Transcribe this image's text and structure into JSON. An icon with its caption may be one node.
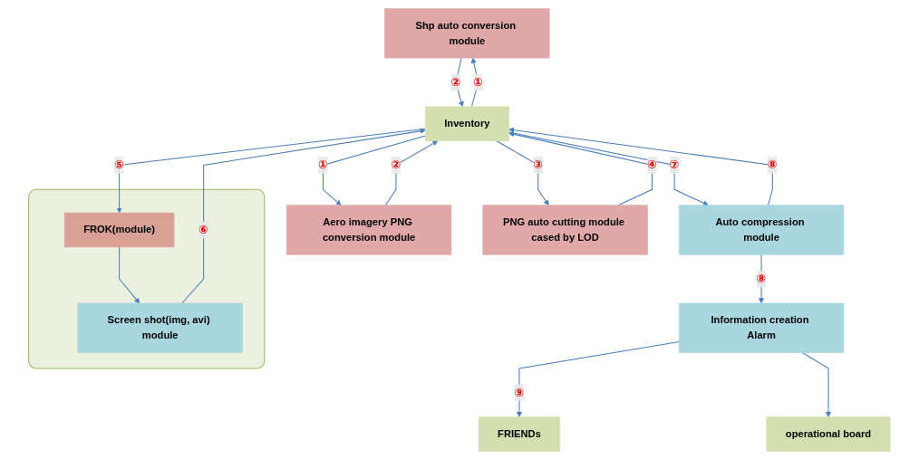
{
  "diagram": {
    "nodes": [
      {
        "text": [
          "Shp auto conversion module"
        ]
      },
      {
        "text": [
          "Aero imagery PNG conversion module"
        ]
      },
      {
        "text": [
          "PNG auto cutting module cased by LOD"
        ]
      },
      {
        "text": [
          "Inventory"
        ]
      },
      {
        "text": [],
        "shape": "box"
      },
      {
        "text": [
          "FROK(module)"
        ],
        "in": 4
      },
      {
        "text": [
          "Screen shot(img, avi) module"
        ],
        "in": 4
      },
      {
        "text": [
          "Auto compression module"
        ]
      },
      {
        "text": [
          "Information creation Alarm"
        ]
      },
      {
        "text": [
          "FRIENDs"
        ]
      },
      {
        "text": [
          "operational board"
        ]
      }
    ],
    "edges": [
      {
        "from": 3,
        "to": 0,
        "arrow": "to",
        "label": "①"
      },
      {
        "from": 3,
        "to": 1,
        "arrow": "to",
        "label": "①"
      },
      {
        "from": 3,
        "to": 2,
        "arrow": "to",
        "label": "③"
      },
      {
        "from": 0,
        "to": 3,
        "arrow": "to",
        "label": "②"
      },
      {
        "from": 1,
        "to": 3,
        "arrow": "to",
        "label": "②"
      },
      {
        "from": 2,
        "to": 3,
        "arrow": "to",
        "label": "④"
      },
      {
        "from": 3,
        "to": 5,
        "arrow": "to",
        "label": "⑤"
      },
      {
        "from": 5,
        "to": 6,
        "arrow": "to"
      },
      {
        "from": 6,
        "to": 3,
        "arrow": "to",
        "label": "⑥"
      },
      {
        "from": 3,
        "to": 7,
        "arrow": "to",
        "label": "⑦"
      },
      {
        "from": 7,
        "to": 3,
        "arrow": "to",
        "label": "⑧"
      },
      {
        "from": 7,
        "to": 8,
        "arrow": "to",
        "label": "⑧"
      },
      {
        "from": 8,
        "to": 9,
        "arrow": "to",
        "label": "⑨"
      },
      {
        "from": 8,
        "to": 10,
        "arrow": "to"
      }
    ]
  }
}
